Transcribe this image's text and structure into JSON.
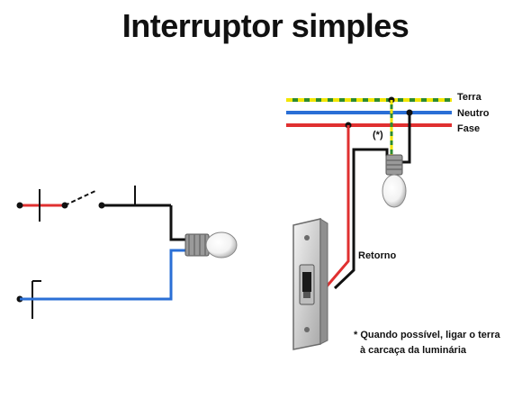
{
  "title": "Interruptor simples",
  "labels": {
    "terra": "Terra",
    "neutro": "Neutro",
    "fase": "Fase",
    "marker": "(*)",
    "retorno": "Retorno"
  },
  "note": {
    "line1": "* Quando possível, ligar o terra",
    "line2": "à carcaça da luminária"
  },
  "colors": {
    "terra_green": "#2e8b2e",
    "terra_yellow": "#f2e600",
    "neutro": "#2a6fd6",
    "fase": "#e03030",
    "wire_black": "#111111",
    "switch_plate": "#d4d4d4"
  }
}
